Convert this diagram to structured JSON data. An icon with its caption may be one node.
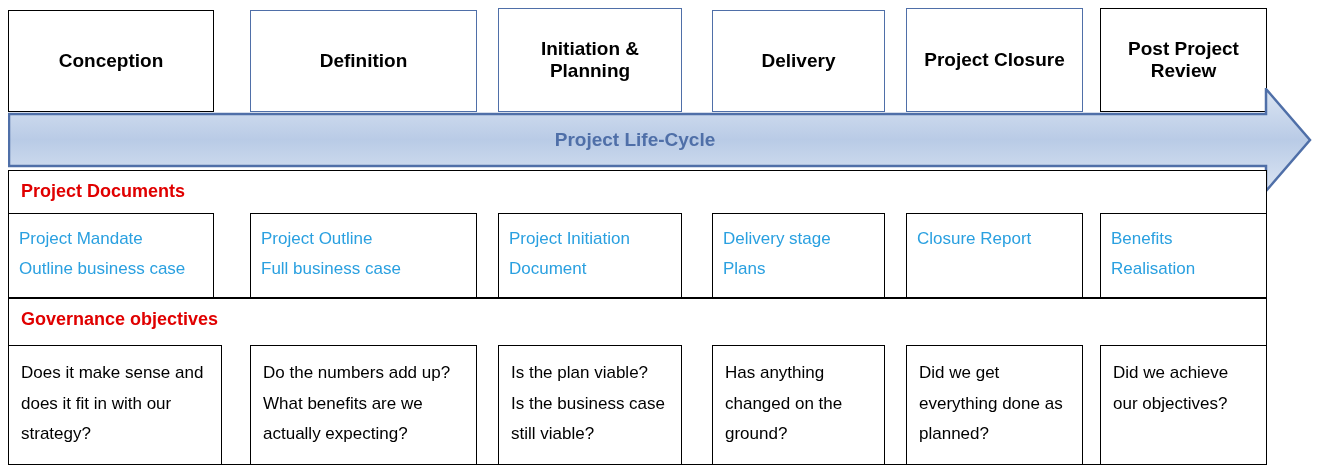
{
  "diagram": {
    "nodes": [
      {
        "text": [
          "Conception"
        ]
      },
      {
        "text": [
          "Definition"
        ]
      },
      {
        "text": [
          "Initiation & Planning"
        ]
      },
      {
        "text": [
          "Delivery"
        ]
      },
      {
        "text": [
          "Project Closure"
        ]
      },
      {
        "text": [
          "Post Project Review"
        ]
      },
      {
        "text": [
          "Project Life-Cycle"
        ]
      },
      {
        "text": [
          "Project Documents"
        ]
      },
      {
        "text": [
          "Project Mandate",
          "Outline business case"
        ],
        "in": 7
      },
      {
        "text": [
          "Project Outline",
          "Full business case"
        ],
        "in": 7
      },
      {
        "text": [
          "Project Initiation Document"
        ],
        "in": 7
      },
      {
        "text": [
          "Delivery stage Plans"
        ],
        "in": 7
      },
      {
        "text": [
          "Closure Report"
        ],
        "in": 7
      },
      {
        "text": [
          "Benefits Realisation"
        ],
        "in": 7
      },
      {
        "text": [
          "Governance objectives"
        ]
      },
      {
        "text": [
          "Does it make sense and does it fit in with our strategy?"
        ],
        "in": 14
      },
      {
        "text": [
          "Do the numbers add up?",
          "What benefits are we actually expecting?"
        ],
        "in": 14
      },
      {
        "text": [
          "Is the plan viable?",
          "Is the business case still viable?"
        ],
        "in": 14
      },
      {
        "text": [
          "Has anything changed on the ground?"
        ],
        "in": 14
      },
      {
        "text": [
          "Did we get everything done as planned?"
        ],
        "in": 14
      },
      {
        "text": [
          "Did we achieve our objectives?"
        ],
        "in": 14
      }
    ],
    "edges": []
  }
}
